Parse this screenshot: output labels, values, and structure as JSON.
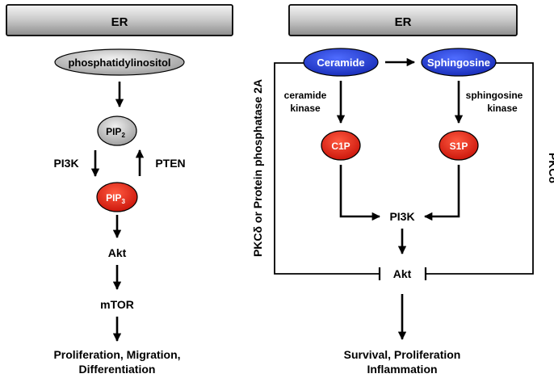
{
  "left_panel": {
    "er_label": "ER",
    "phosphatidylinositol": "phosphatidylinositol",
    "pip2_main": "PIP",
    "pip2_sub": "2",
    "pi3k": "PI3K",
    "pten": "PTEN",
    "pip3_main": "PIP",
    "pip3_sub": "3",
    "akt": "Akt",
    "mtor": "mTOR",
    "outcome_line1": "Proliferation, Migration,",
    "outcome_line2": "Differentiation"
  },
  "right_panel": {
    "er_label": "ER",
    "ceramide": "Ceramide",
    "sphingosine": "Sphingosine",
    "ceramide_kinase_line1": "ceramide",
    "ceramide_kinase_line2": "kinase",
    "sphingosine_kinase_line1": "sphingosine",
    "sphingosine_kinase_line2": "kinase",
    "c1p": "C1P",
    "s1p": "S1P",
    "pi3k": "PI3K",
    "akt": "Akt",
    "left_vertical_label": "PKCδ or Protein phosphatase 2A",
    "right_vertical_label": "PKCδ",
    "outcome_line1": "Survival, Proliferation",
    "outcome_line2": "Inflammation"
  },
  "colors": {
    "er_fill": "#c4c4c4",
    "gray_node": "#bdbdbd",
    "red_node": "#e8261a",
    "blue_node": "#1f3fd8",
    "node_text_light": "#ffffff"
  }
}
